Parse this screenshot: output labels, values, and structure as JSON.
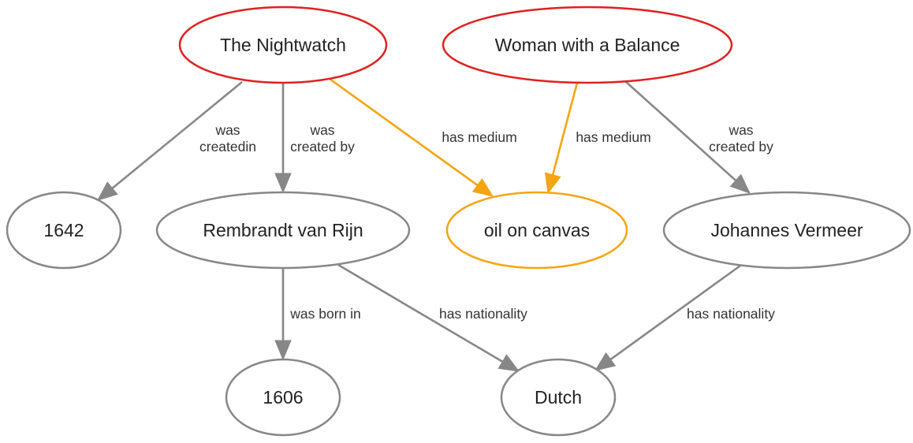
{
  "colors": {
    "highlight_node": "#e02020",
    "highlight_edge": "#f5a511",
    "default": "#878787",
    "text": "#222222"
  },
  "nodes": [
    {
      "id": "nightwatch",
      "label": "The Nightwatch",
      "kind": "artwork"
    },
    {
      "id": "woman",
      "label": "Woman with a Balance",
      "kind": "artwork"
    },
    {
      "id": "y1642",
      "label": "1642",
      "kind": "default"
    },
    {
      "id": "rembrandt",
      "label": "Rembrandt van Rijn",
      "kind": "default"
    },
    {
      "id": "oil",
      "label": "oil on canvas",
      "kind": "medium"
    },
    {
      "id": "vermeer",
      "label": "Johannes Vermeer",
      "kind": "default"
    },
    {
      "id": "y1606",
      "label": "1606",
      "kind": "default"
    },
    {
      "id": "dutch",
      "label": "Dutch",
      "kind": "default"
    }
  ],
  "edges": [
    {
      "from": "nightwatch",
      "to": "y1642",
      "label_lines": [
        "was",
        "createdin"
      ],
      "kind": "default"
    },
    {
      "from": "nightwatch",
      "to": "rembrandt",
      "label_lines": [
        "was",
        "created by"
      ],
      "kind": "default"
    },
    {
      "from": "nightwatch",
      "to": "oil",
      "label_lines": [
        "has medium"
      ],
      "kind": "medium"
    },
    {
      "from": "woman",
      "to": "oil",
      "label_lines": [
        "has medium"
      ],
      "kind": "medium"
    },
    {
      "from": "woman",
      "to": "vermeer",
      "label_lines": [
        "was",
        "created by"
      ],
      "kind": "default"
    },
    {
      "from": "rembrandt",
      "to": "y1606",
      "label_lines": [
        "was born in"
      ],
      "kind": "default"
    },
    {
      "from": "rembrandt",
      "to": "dutch",
      "label_lines": [
        "has nationality"
      ],
      "kind": "default"
    },
    {
      "from": "vermeer",
      "to": "dutch",
      "label_lines": [
        "has nationality"
      ],
      "kind": "default"
    }
  ]
}
